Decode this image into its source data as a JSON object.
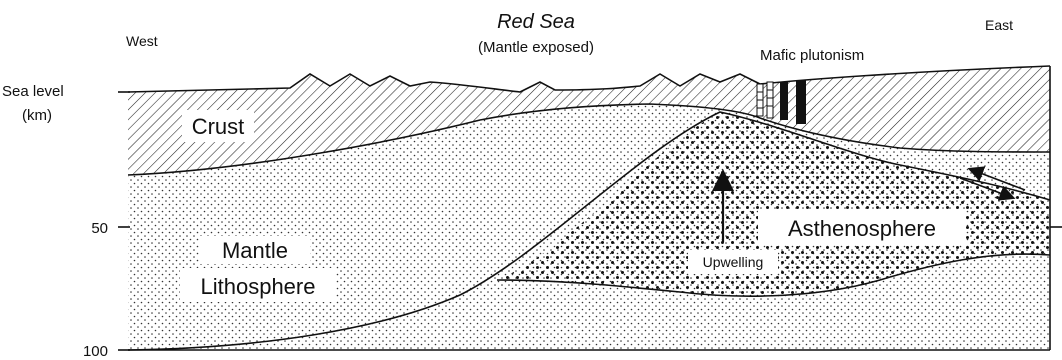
{
  "title": "Red Sea",
  "subtitle": "(Mantle exposed)",
  "directions": {
    "west": "West",
    "east": "East"
  },
  "axis": {
    "sea_level": "Sea level",
    "unit": "(km)",
    "tick_50": "50",
    "tick_100": "100"
  },
  "layers": {
    "crust": "Crust",
    "mantle_line1": "Mantle",
    "mantle_line2": "Lithosphere",
    "asthenosphere": "Asthenosphere"
  },
  "annotations": {
    "mafic": "Mafic plutonism",
    "upwelling": "Upwelling"
  }
}
